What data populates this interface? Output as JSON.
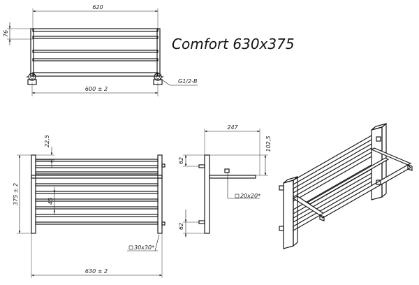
{
  "title": "Comfort 630x375",
  "top_view": {
    "width_label": "620",
    "height_label": "76",
    "mount_label": "600 ± 2",
    "thread_label": "G1/2-B"
  },
  "front_view": {
    "top_gap_label": "22,5",
    "height_label": "375 ± 2",
    "pitch_label": "45",
    "width_label": "630 ± 2",
    "profile_label": "30x30*"
  },
  "side_view": {
    "depth_label": "247",
    "offset_label": "102,5",
    "bracket_top_label": "62",
    "bracket_bottom_label": "62",
    "bar_profile_label": "20x20*"
  }
}
